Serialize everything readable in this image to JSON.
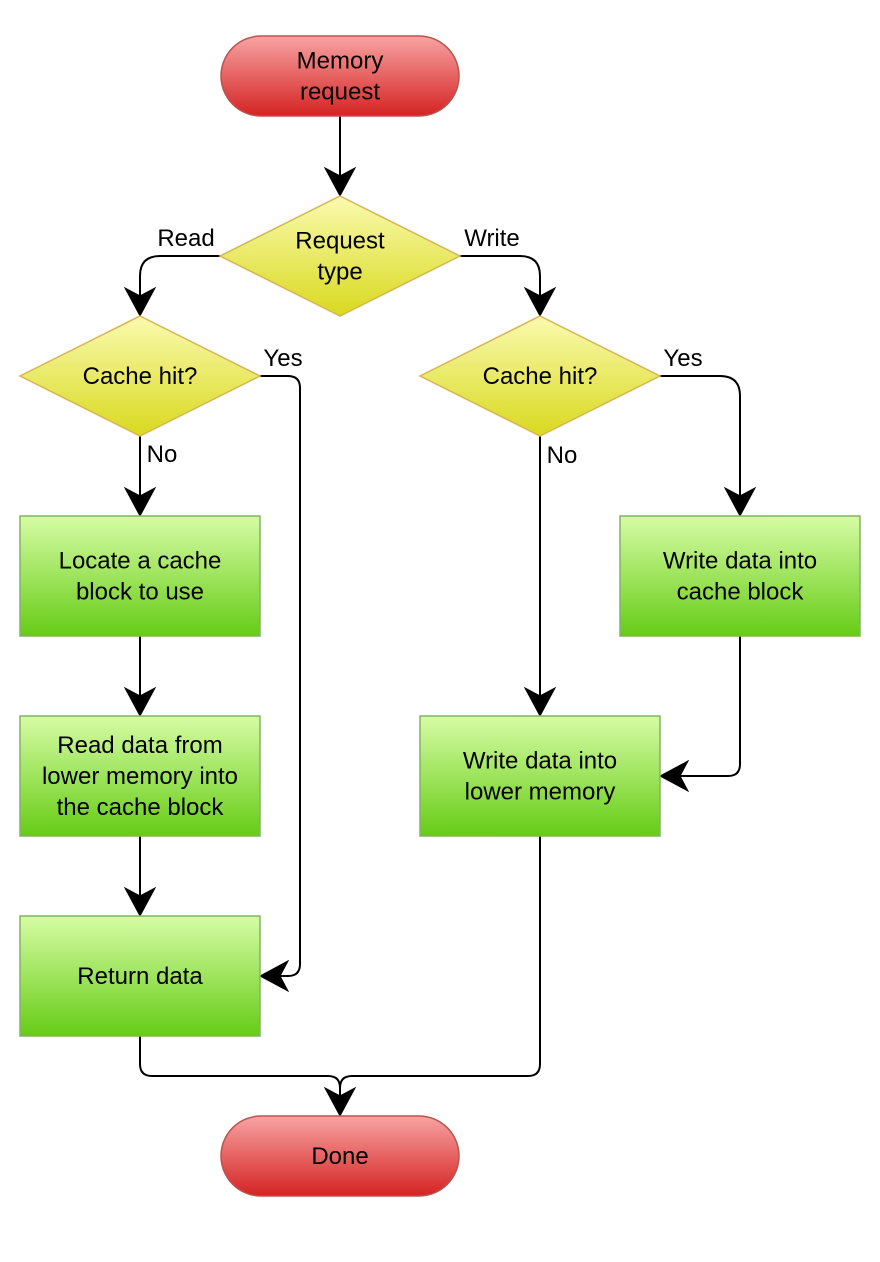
{
  "nodes": {
    "start": {
      "lines": [
        "Memory",
        "request"
      ]
    },
    "request_type": {
      "lines": [
        "Request",
        "type"
      ]
    },
    "read_cache_hit": {
      "lines": [
        "Cache hit?"
      ]
    },
    "write_cache_hit": {
      "lines": [
        "Cache hit?"
      ]
    },
    "locate_block": {
      "lines": [
        "Locate a cache",
        "block to use"
      ]
    },
    "read_lower": {
      "lines": [
        "Read data from",
        "lower memory into",
        "the cache block"
      ]
    },
    "return_data": {
      "lines": [
        "Return data"
      ]
    },
    "write_cache": {
      "lines": [
        "Write data into",
        "cache block"
      ]
    },
    "write_lower": {
      "lines": [
        "Write data into",
        "lower memory"
      ]
    },
    "done": {
      "lines": [
        "Done"
      ]
    }
  },
  "edge_labels": {
    "read": "Read",
    "write": "Write",
    "read_yes": "Yes",
    "read_no": "No",
    "write_yes": "Yes",
    "write_no": "No"
  },
  "colors": {
    "terminal_top": "#f8a3a3",
    "terminal_bottom": "#d52323",
    "terminal_stroke": "#b85450",
    "decision_top": "#fafab0",
    "decision_bottom": "#d9d91f",
    "decision_stroke": "#d6b656",
    "process_top": "#d6fca4",
    "process_bottom": "#66cc16",
    "process_stroke": "#82b366"
  }
}
